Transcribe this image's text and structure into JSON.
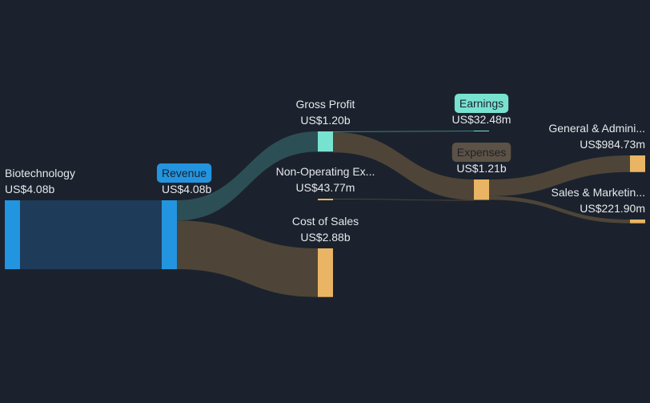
{
  "colors": {
    "background": "#1b222d",
    "blue": "#2394df",
    "teal": "#77e2d0",
    "sand": "#e9b463",
    "flow_dark": "#1e3b59",
    "flow_teal": "#2c4f55",
    "flow_brown": "#4e4538",
    "expenses_pill": "#5c5245",
    "text": "#e6e8eb"
  },
  "chart_data": {
    "type": "sankey",
    "nodes": [
      {
        "id": "biotech",
        "name": "Biotechnology",
        "value_label": "US$4.08b",
        "value": 4.08
      },
      {
        "id": "revenue",
        "name": "Revenue",
        "value_label": "US$4.08b",
        "value": 4.08
      },
      {
        "id": "gross_profit",
        "name": "Gross Profit",
        "value_label": "US$1.20b",
        "value": 1.2
      },
      {
        "id": "cost_of_sales",
        "name": "Cost of Sales",
        "value_label": "US$2.88b",
        "value": 2.88
      },
      {
        "id": "non_operating",
        "name": "Non-Operating Ex...",
        "value_label": "US$43.77m",
        "value": 0.04377
      },
      {
        "id": "earnings",
        "name": "Earnings",
        "value_label": "US$32.48m",
        "value": 0.03248
      },
      {
        "id": "expenses",
        "name": "Expenses",
        "value_label": "US$1.21b",
        "value": 1.21
      },
      {
        "id": "gna",
        "name": "General & Admini...",
        "value_label": "US$984.73m",
        "value": 0.98473
      },
      {
        "id": "snm",
        "name": "Sales & Marketin...",
        "value_label": "US$221.90m",
        "value": 0.2219
      }
    ],
    "links": [
      {
        "source": "biotech",
        "target": "revenue",
        "value": 4.08
      },
      {
        "source": "revenue",
        "target": "gross_profit",
        "value": 1.2
      },
      {
        "source": "revenue",
        "target": "cost_of_sales",
        "value": 2.88
      },
      {
        "source": "gross_profit",
        "target": "earnings",
        "value": 0.03248
      },
      {
        "source": "gross_profit",
        "target": "expenses",
        "value": 1.21
      },
      {
        "source": "non_operating",
        "target": "expenses",
        "value": 0.04377
      },
      {
        "source": "expenses",
        "target": "gna",
        "value": 0.98473
      },
      {
        "source": "expenses",
        "target": "snm",
        "value": 0.2219
      }
    ]
  }
}
